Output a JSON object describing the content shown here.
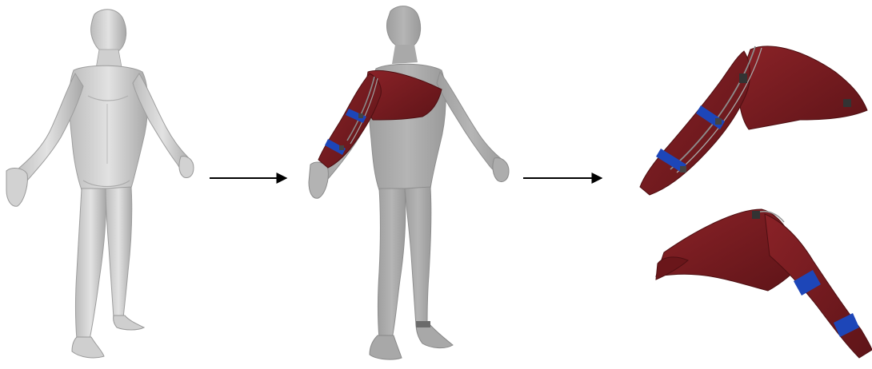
{
  "figure": {
    "panels": [
      {
        "id": "scanned-body",
        "desc_icon": "grey-human-body-scan"
      },
      {
        "id": "body-with-sleeve",
        "desc_icon": "grey-body-with-red-shoulder-arm-garment"
      },
      {
        "id": "garment-views",
        "desc_icon": "red-garment-two-views"
      }
    ],
    "arrows": 2,
    "colors": {
      "body_light": "#d3d3d3",
      "body_mid": "#b4b4b4",
      "body_gray": "#a9a9a9",
      "garment": "#7a1b1f",
      "garment_dark": "#5a1216",
      "strap": "#1d46b8",
      "cable": "#8a8a8a",
      "arrow": "#000000"
    }
  }
}
